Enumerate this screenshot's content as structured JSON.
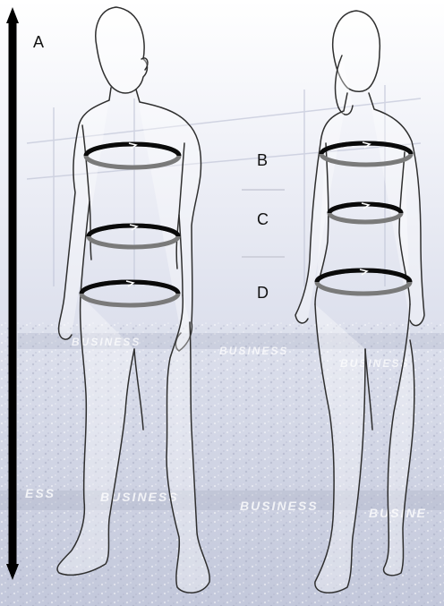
{
  "labels": {
    "height": "A",
    "chest": "B",
    "waist": "C",
    "hips": "D"
  },
  "background_text": [
    "BUSINESS",
    "BUSINESS",
    "BUSINESS",
    "BUSINESS",
    "BUSINESS",
    "ESS",
    "BUSINE"
  ],
  "figures": [
    "male-figure",
    "female-figure"
  ],
  "colors": {
    "ring_light": "#7a7a7a",
    "ring_dark": "#0a0a0a",
    "arrow": "#000000",
    "background_top": "#ffffff",
    "background_bottom": "#c9cde0",
    "outline": "#3a3a3a"
  }
}
